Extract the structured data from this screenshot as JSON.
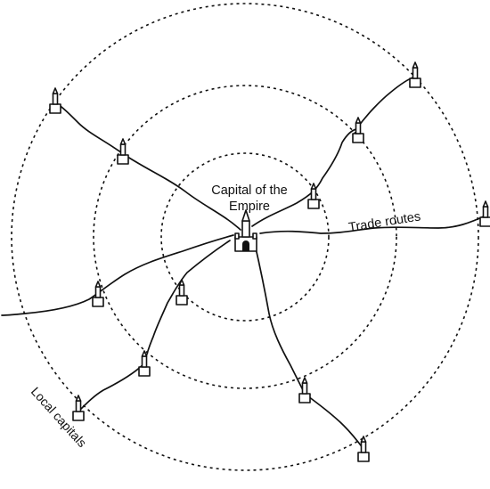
{
  "labels": {
    "capital_line1": "Capital of the",
    "capital_line2": "Empire",
    "trade_routes": "Trade routes",
    "local_capitals": "Local capitals"
  }
}
